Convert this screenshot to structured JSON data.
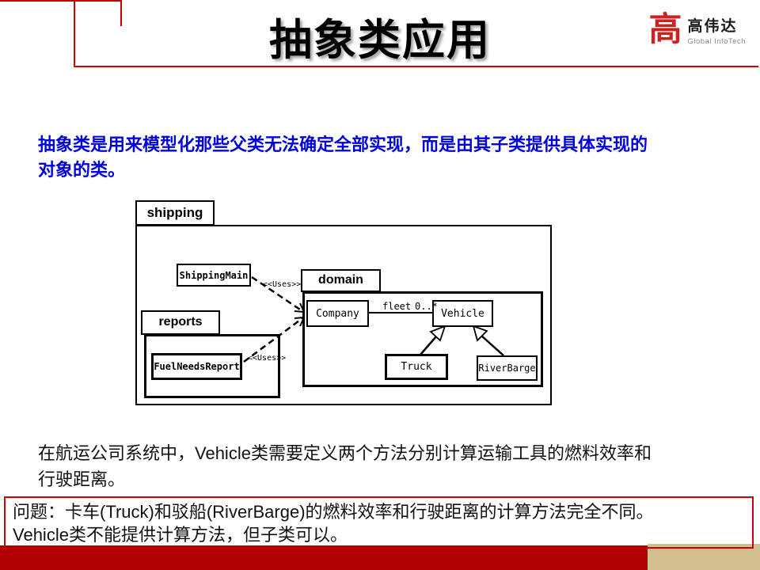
{
  "slide": {
    "title": "抽象类应用"
  },
  "logo": {
    "seal_char": "高",
    "name_zh": "高伟达",
    "name_en": "Global InfoTech"
  },
  "intro": {
    "lines": [
      "抽象类是用来模型化那些父类无法确定全部实现，而是由其子类提供具体实现的",
      "对象的类。"
    ]
  },
  "diagram": {
    "package_shipping": "shipping",
    "package_reports": "reports",
    "package_domain": "domain",
    "class_shipping_main": "ShippingMain",
    "class_fuel_needs_report": "FuelNeedsReport",
    "class_company": "Company",
    "class_vehicle": "Vehicle",
    "class_truck": "Truck",
    "class_river_barge": "RiverBarge",
    "label_uses_top": "<<Uses>>",
    "label_uses_bottom": "<<Uses>>",
    "label_fleet": "fleet",
    "label_multiplicity": "0..*"
  },
  "body_text": {
    "lines": [
      "在航运公司系统中，Vehicle类需要定义两个方法分别计算运输工具的燃料效率和",
      "行驶距离。"
    ]
  },
  "problem_box": {
    "lines": [
      "问题：卡车(Truck)和驳船(RiverBarge)的燃料效率和行驶距离的计算方法完全不同。",
      "Vehicle类不能提供计算方法，但子类可以。"
    ]
  },
  "colors": {
    "accent": "#cc0000",
    "bar": "#b00000",
    "tan": "#d2be8f",
    "intro_blue": "#0000e0",
    "logo_red": "#cc2222"
  }
}
